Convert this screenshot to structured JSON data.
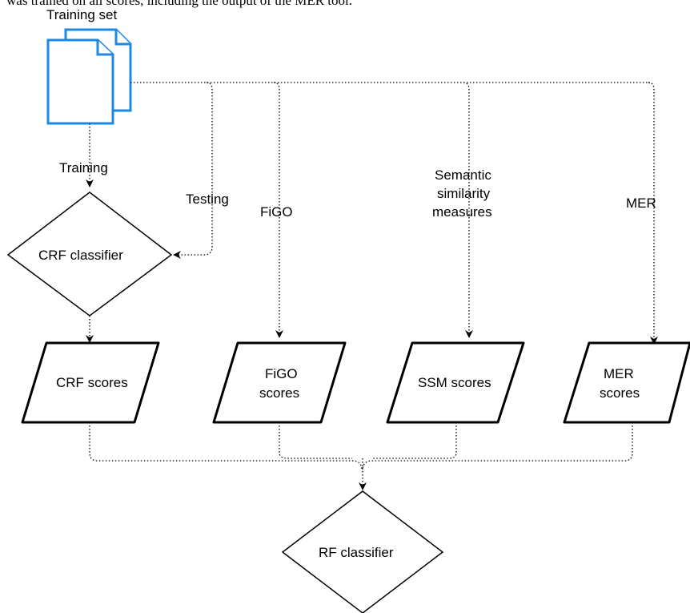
{
  "caption_fragment": "was trained on all scores, including the output of the MER tool.",
  "nodes": {
    "training_set": "Training set",
    "crf_classifier": "CRF classifier",
    "crf_scores": "CRF scores",
    "figo_scores_line1": "FiGO",
    "figo_scores_line2": "scores",
    "ssm_scores": "SSM scores",
    "mer_scores_line1": "MER",
    "mer_scores_line2": "scores",
    "rf_classifier": "RF classifier"
  },
  "edge_labels": {
    "training": "Training",
    "testing": "Testing",
    "figo": "FiGO",
    "ssm_line1": "Semantic",
    "ssm_line2": "similarity",
    "ssm_line3": "measures",
    "mer": "MER"
  },
  "colors": {
    "document_stroke": "#1e88e5",
    "line": "#000000",
    "background": "#ffffff"
  },
  "icons": {
    "training_set": "document-stack-icon"
  }
}
